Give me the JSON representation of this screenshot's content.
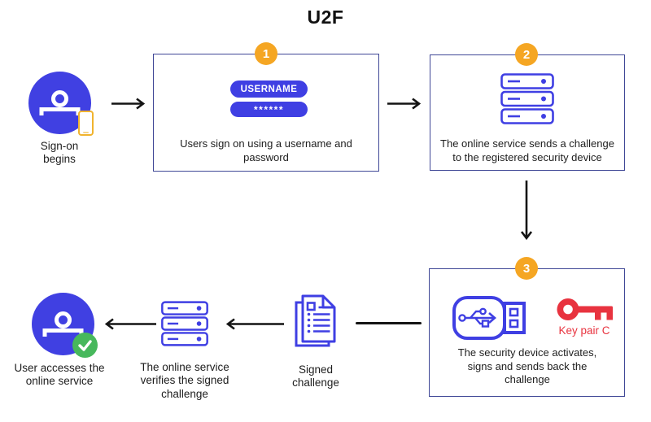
{
  "title": "U2F",
  "palette": {
    "primary_blue": "#4040e2",
    "box_border": "#3f4796",
    "badge_orange": "#f5a623",
    "success_green": "#47b85c",
    "key_red": "#e8333f",
    "phone_yellow": "#f0b32e",
    "arrow_black": "#141414",
    "text_dark": "#1d1d1d"
  },
  "nodes": {
    "sign_on": {
      "icon": "user-icon",
      "secondary_icon": "phone-icon",
      "label": "Sign-on\nbegins"
    },
    "step1": {
      "badge": "1",
      "username_value": "USERNAME",
      "password_value": "******",
      "caption": "Users sign on using a username and\npassword"
    },
    "step2": {
      "badge": "2",
      "icon": "server-icon",
      "caption": "The online service sends a challenge\nto the registered security device"
    },
    "step3": {
      "badge": "3",
      "icons": [
        "usb-drive-icon",
        "key-icon"
      ],
      "key_label": "Key pair C",
      "caption": "The security device activates,\nsigns and sends back the\nchallenge"
    },
    "signed_challenge": {
      "icon": "document-icon",
      "label": "Signed\nchallenge"
    },
    "verify": {
      "icon": "server-icon",
      "label": "The online service\nverifies the signed\nchallenge"
    },
    "access": {
      "icon": "user-check-icon",
      "label": "User accesses the\nonline service"
    }
  }
}
